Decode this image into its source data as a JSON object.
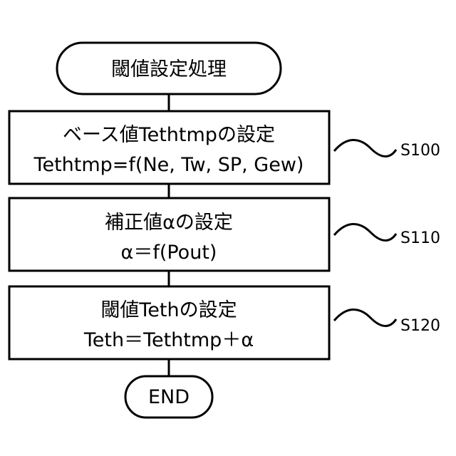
{
  "start": {
    "label": "閾値設定処理"
  },
  "steps": [
    {
      "line1": "ベース値Tethtmpの設定",
      "line2": "Tethtmp=f(Ne, Tw, SP, Gew)",
      "id": "S100"
    },
    {
      "line1": "補正値αの設定",
      "line2": "α＝f(Pout)",
      "id": "S110"
    },
    {
      "line1": "閾値Tethの設定",
      "line2": "Teth＝Tethtmp＋α",
      "id": "S120"
    }
  ],
  "end": {
    "label": "END"
  }
}
